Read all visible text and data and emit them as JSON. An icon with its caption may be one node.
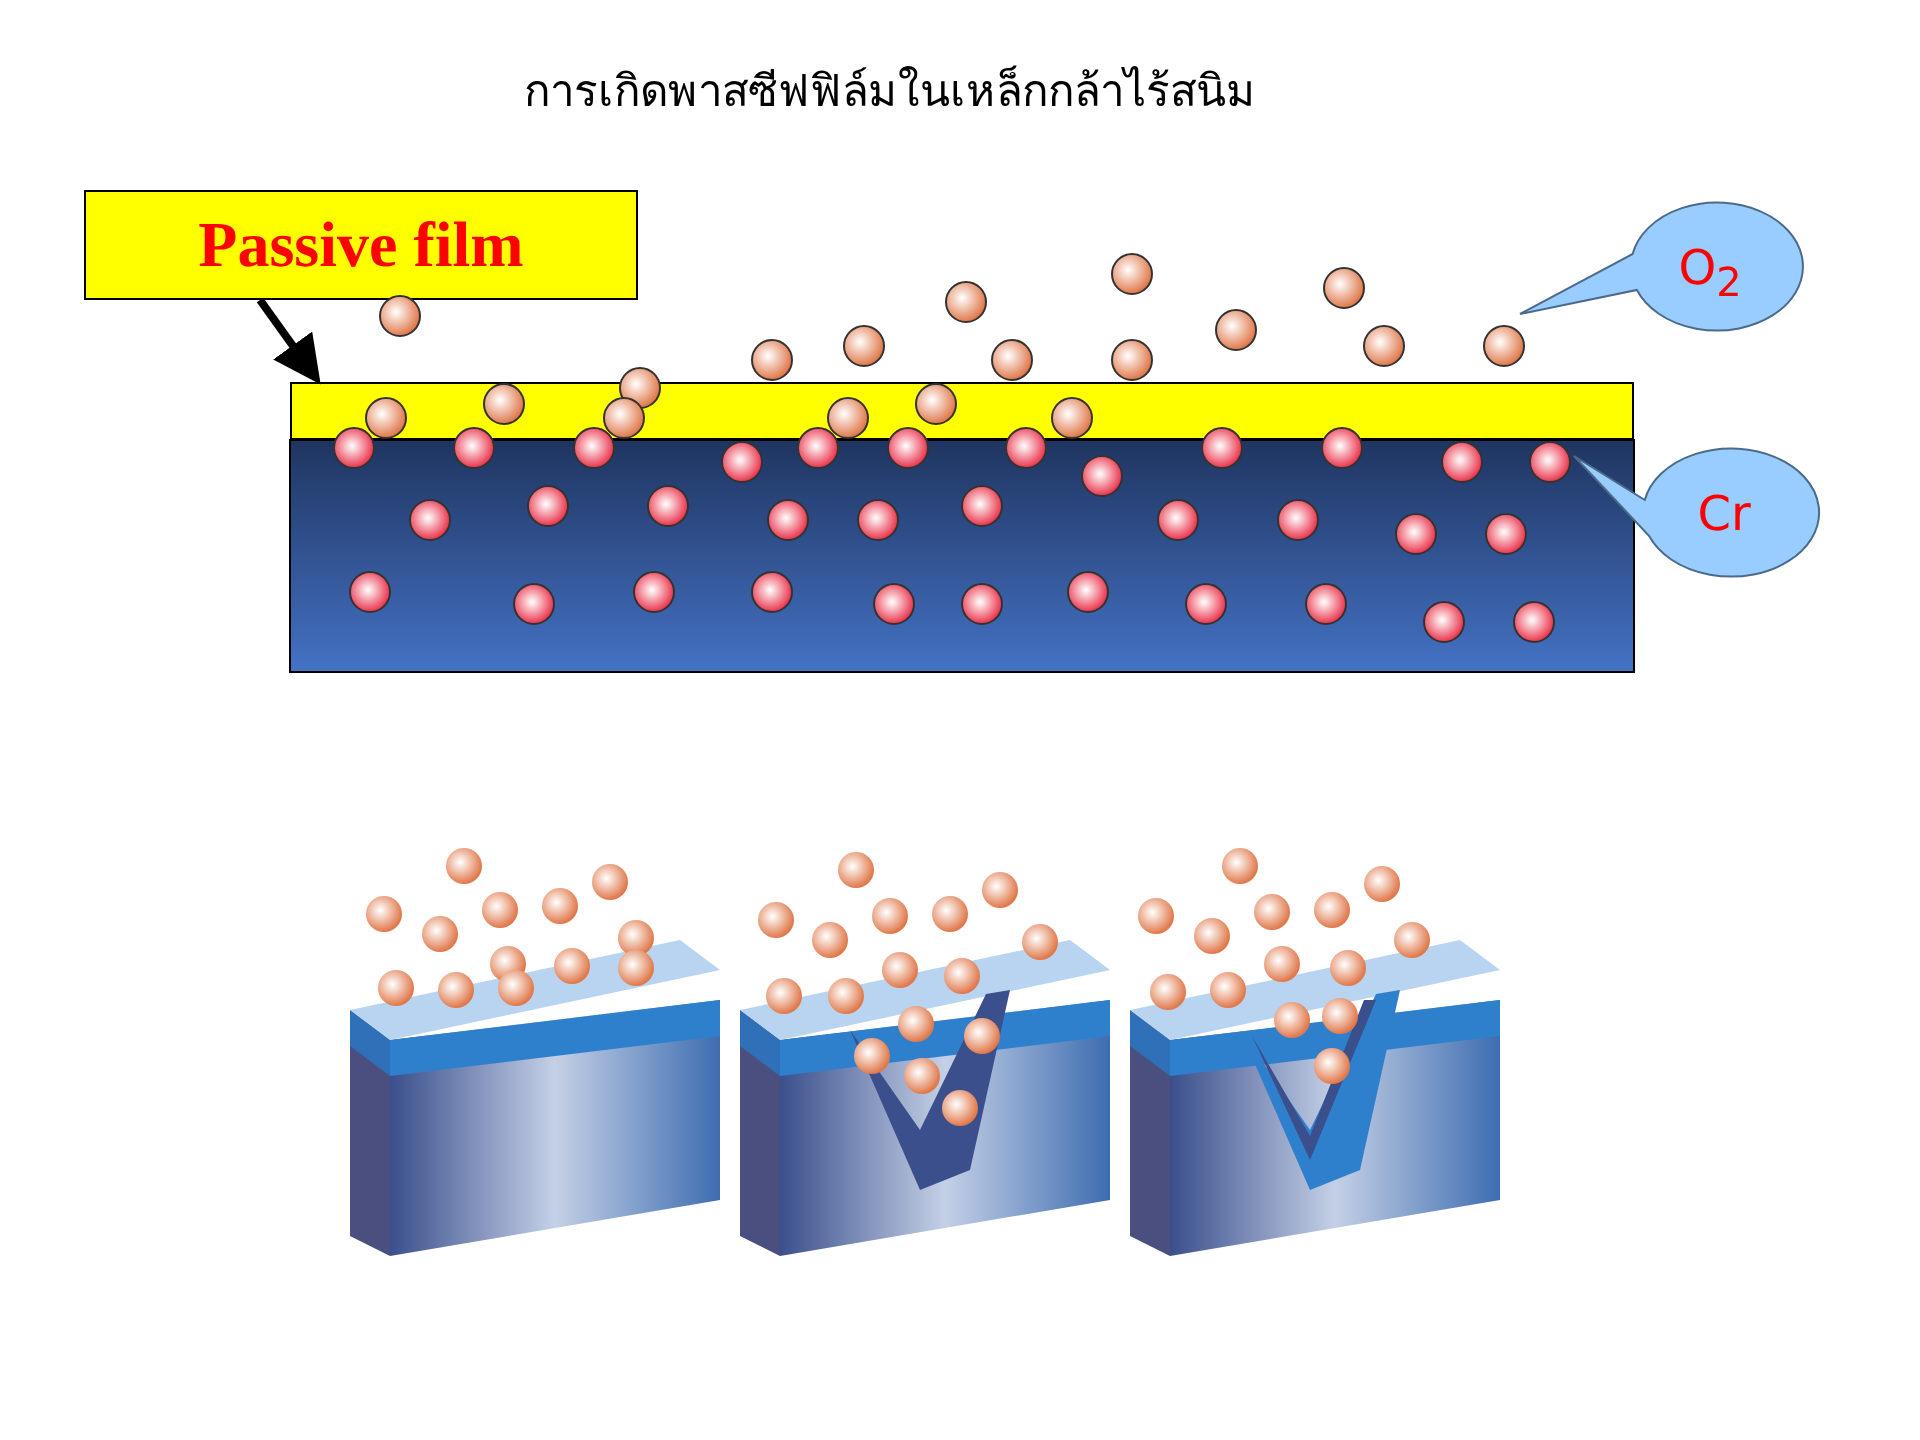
{
  "diagram": {
    "title": "การเกิดพาสซีฟฟิล์มในเหล็กกล้าไร้สนิม",
    "nodes": [
      {
        "text": [
          "Passive film"
        ]
      },
      {
        "text": [],
        "shape": "bar"
      },
      {
        "text": [
          "O$_{2}$"
        ]
      },
      {
        "text": [
          "Cr"
        ]
      }
    ],
    "edges": [
      {
        "from": 0,
        "to": 1,
        "arrow": "to"
      }
    ]
  }
}
